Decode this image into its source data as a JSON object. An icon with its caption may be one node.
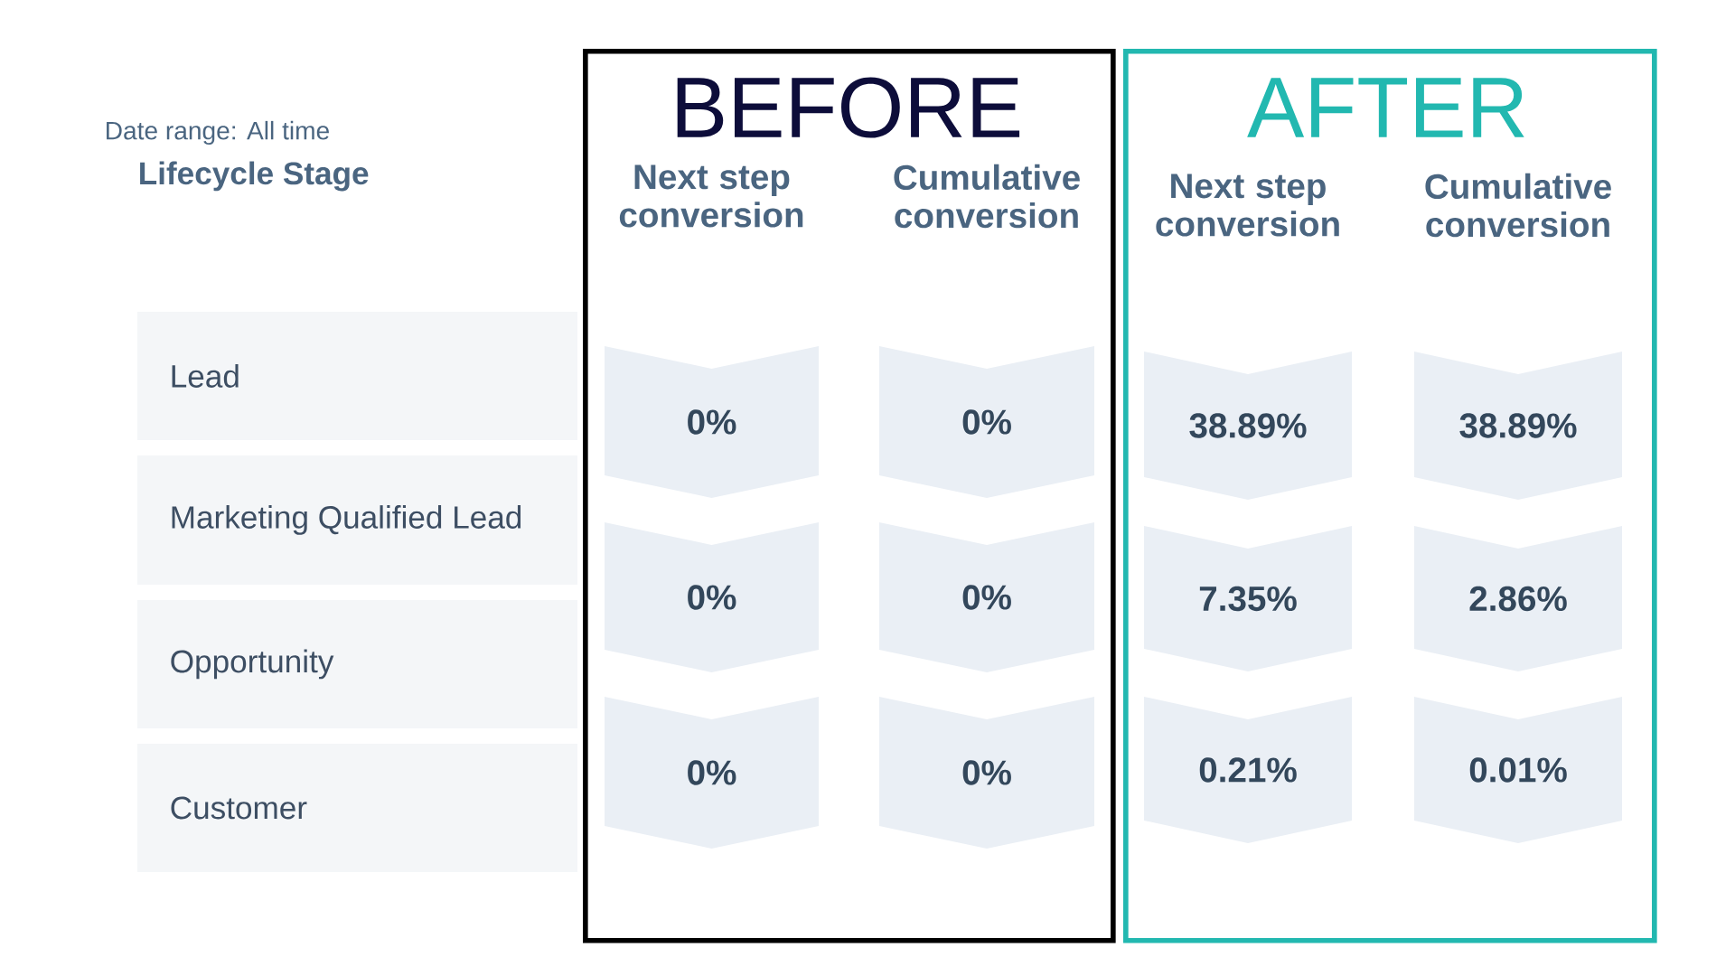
{
  "diagram": {
    "nodes": [
      {
        "text": [
          "BEFORE",
          "Next step conversion",
          "Cumulative conversion"
        ]
      },
      {
        "text": [
          "AFTER",
          "Next step conversion",
          "Cumulative conversion"
        ]
      },
      {
        "text": [
          "Lead"
        ]
      },
      {
        "text": [
          "Marketing Qualified Lead"
        ]
      },
      {
        "text": [
          "Opportunity"
        ]
      },
      {
        "text": [
          "Customer"
        ]
      },
      {
        "text": [
          "0%"
        ],
        "in": 0
      },
      {
        "text": [
          "0%"
        ],
        "in": 0
      },
      {
        "text": [
          "0%"
        ],
        "in": 0
      },
      {
        "text": [
          "0%"
        ],
        "in": 0
      },
      {
        "text": [
          "0%"
        ],
        "in": 0
      },
      {
        "text": [
          "0%"
        ],
        "in": 0
      },
      {
        "text": [
          "38.89%"
        ],
        "in": 1
      },
      {
        "text": [
          "38.89%"
        ],
        "in": 1
      },
      {
        "text": [
          "7.35%"
        ],
        "in": 1
      },
      {
        "text": [
          "2.86%"
        ],
        "in": 1
      },
      {
        "text": [
          "0.21%"
        ],
        "in": 1
      },
      {
        "text": [
          "0.01%"
        ],
        "in": 1
      }
    ],
    "edges": [],
    "labels": [
      "Date range: All time",
      "Lifecycle Stage"
    ]
  }
}
